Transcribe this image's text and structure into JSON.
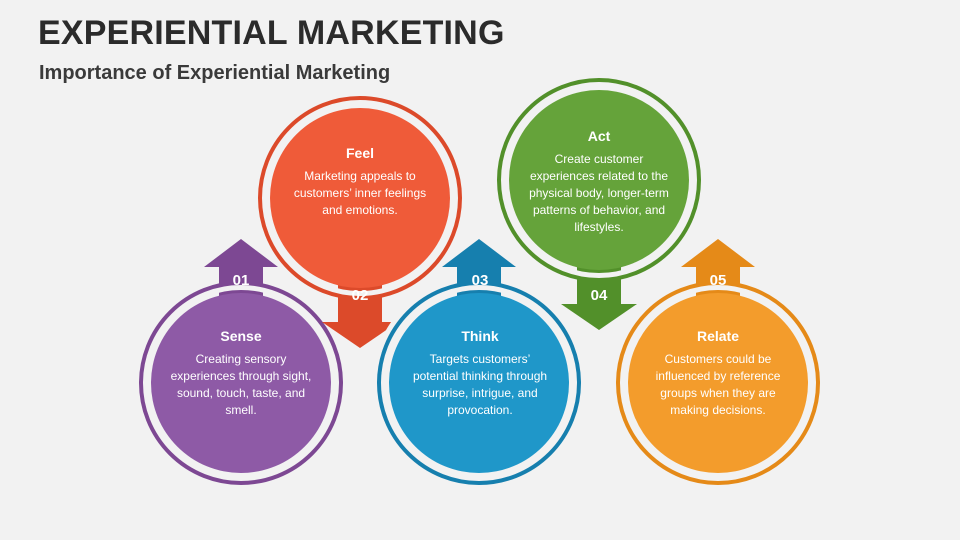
{
  "title": "EXPERIENTIAL MARKETING",
  "subtitle": "Importance of Experiential Marketing",
  "items": [
    {
      "number": "01",
      "heading": "Sense",
      "body": "Creating sensory experiences through sight, sound, touch, taste, and smell.",
      "color": "#8e5aa6",
      "ring": "#7d4893"
    },
    {
      "number": "02",
      "heading": "Feel",
      "body": "Marketing appeals to customers’ inner feelings and emotions.",
      "color": "#ef5b39",
      "ring": "#dc4a2a"
    },
    {
      "number": "03",
      "heading": "Think",
      "body": "Targets customers’ potential thinking through surprise, intrigue, and provocation.",
      "color": "#1f97c9",
      "ring": "#167fae"
    },
    {
      "number": "04",
      "heading": "Act",
      "body": "Create customer experiences related to the physical body, longer-term patterns of behavior, and lifestyles.",
      "color": "#65a33a",
      "ring": "#52902a"
    },
    {
      "number": "05",
      "heading": "Relate",
      "body": "Customers could be influenced by reference groups when they are making decisions.",
      "color": "#f39c2c",
      "ring": "#e58a18"
    }
  ]
}
